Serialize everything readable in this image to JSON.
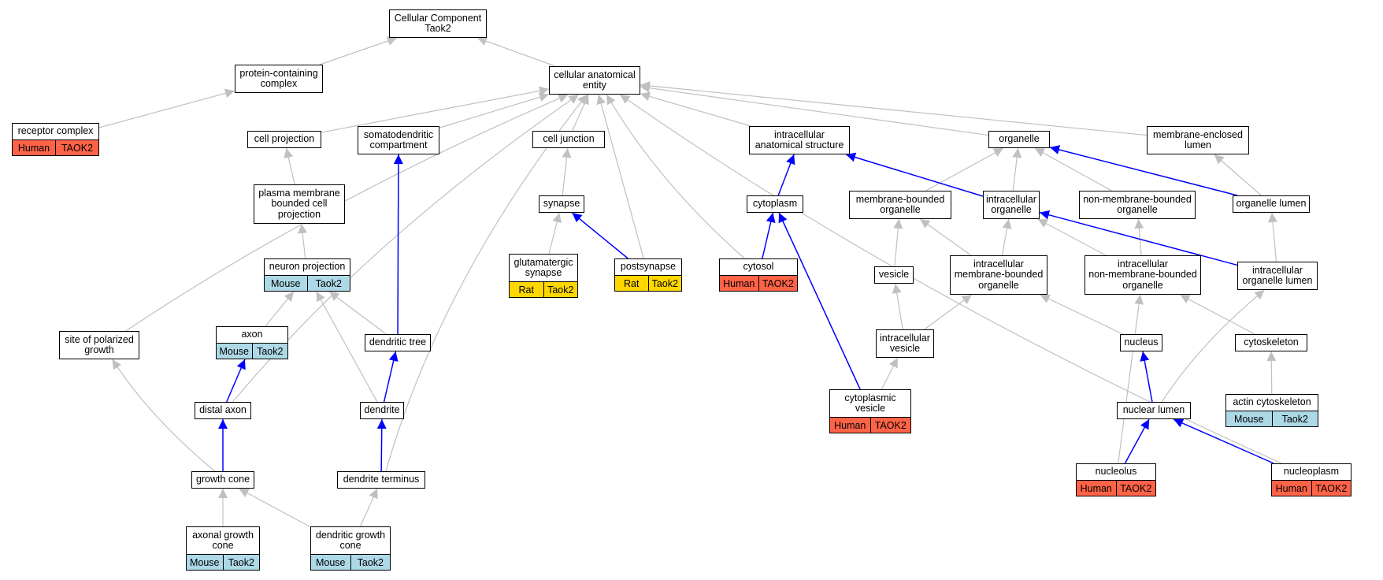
{
  "colors": {
    "gray_edge": "#c0c0c0",
    "blue_edge": "#0000ff",
    "human": "#ff6347",
    "mouse": "#add8e6",
    "rat": "#ffd700"
  },
  "nodes": [
    {
      "id": "root",
      "lines": [
        "Cellular Component",
        "Taok2"
      ]
    },
    {
      "id": "pcc",
      "lines": [
        "protein-containing",
        "complex"
      ]
    },
    {
      "id": "cae",
      "lines": [
        "cellular anatomical",
        "entity"
      ]
    },
    {
      "id": "rc",
      "lines": [
        "receptor complex"
      ],
      "species": "Human",
      "gene": "TAOK2"
    },
    {
      "id": "cp",
      "lines": [
        "cell projection"
      ]
    },
    {
      "id": "sdc",
      "lines": [
        "somatodendritic",
        "compartment"
      ]
    },
    {
      "id": "cj",
      "lines": [
        "cell junction"
      ]
    },
    {
      "id": "ias",
      "lines": [
        "intracellular",
        "anatomical structure"
      ]
    },
    {
      "id": "org",
      "lines": [
        "organelle"
      ]
    },
    {
      "id": "mel",
      "lines": [
        "membrane-enclosed",
        "lumen"
      ]
    },
    {
      "id": "pmbcp",
      "lines": [
        "plasma membrane",
        "bounded cell",
        "projection"
      ]
    },
    {
      "id": "syn",
      "lines": [
        "synapse"
      ]
    },
    {
      "id": "cyto",
      "lines": [
        "cytoplasm"
      ]
    },
    {
      "id": "mbo",
      "lines": [
        "membrane-bounded",
        "organelle"
      ]
    },
    {
      "id": "io",
      "lines": [
        "intracellular",
        "organelle"
      ]
    },
    {
      "id": "nmbo",
      "lines": [
        "non-membrane-bounded",
        "organelle"
      ]
    },
    {
      "id": "ol",
      "lines": [
        "organelle lumen"
      ]
    },
    {
      "id": "np",
      "lines": [
        "neuron projection"
      ],
      "species": "Mouse",
      "gene": "Taok2"
    },
    {
      "id": "gs",
      "lines": [
        "glutamatergic",
        "synapse"
      ],
      "species": "Rat",
      "gene": "Taok2"
    },
    {
      "id": "ps",
      "lines": [
        "postsynapse"
      ],
      "species": "Rat",
      "gene": "Taok2"
    },
    {
      "id": "cytosol",
      "lines": [
        "cytosol"
      ],
      "species": "Human",
      "gene": "TAOK2"
    },
    {
      "id": "ves",
      "lines": [
        "vesicle"
      ]
    },
    {
      "id": "imbo",
      "lines": [
        "intracellular",
        "membrane-bounded",
        "organelle"
      ]
    },
    {
      "id": "inmbo",
      "lines": [
        "intracellular",
        "non-membrane-bounded",
        "organelle"
      ]
    },
    {
      "id": "iol",
      "lines": [
        "intracellular",
        "organelle lumen"
      ]
    },
    {
      "id": "spg",
      "lines": [
        "site of polarized",
        "growth"
      ]
    },
    {
      "id": "axon",
      "lines": [
        "axon"
      ],
      "species": "Mouse",
      "gene": "Taok2"
    },
    {
      "id": "dt",
      "lines": [
        "dendritic tree"
      ]
    },
    {
      "id": "iv",
      "lines": [
        "intracellular",
        "vesicle"
      ]
    },
    {
      "id": "nuc",
      "lines": [
        "nucleus"
      ]
    },
    {
      "id": "csk",
      "lines": [
        "cytoskeleton"
      ]
    },
    {
      "id": "dax",
      "lines": [
        "distal axon"
      ]
    },
    {
      "id": "den",
      "lines": [
        "dendrite"
      ]
    },
    {
      "id": "cv",
      "lines": [
        "cytoplasmic",
        "vesicle"
      ],
      "species": "Human",
      "gene": "TAOK2"
    },
    {
      "id": "nl",
      "lines": [
        "nuclear lumen"
      ]
    },
    {
      "id": "acsk",
      "lines": [
        "actin cytoskeleton"
      ],
      "species": "Mouse",
      "gene": "Taok2"
    },
    {
      "id": "gc",
      "lines": [
        "growth cone"
      ]
    },
    {
      "id": "dterm",
      "lines": [
        "dendrite terminus"
      ]
    },
    {
      "id": "nucleolus",
      "lines": [
        "nucleolus"
      ],
      "species": "Human",
      "gene": "TAOK2"
    },
    {
      "id": "nplasm",
      "lines": [
        "nucleoplasm"
      ],
      "species": "Human",
      "gene": "TAOK2"
    },
    {
      "id": "agc",
      "lines": [
        "axonal growth",
        "cone"
      ],
      "species": "Mouse",
      "gene": "Taok2"
    },
    {
      "id": "dgc",
      "lines": [
        "dendritic growth",
        "cone"
      ],
      "species": "Mouse",
      "gene": "Taok2"
    }
  ],
  "edges": [
    {
      "from": "pcc",
      "to": "root",
      "type": "is_a"
    },
    {
      "from": "cae",
      "to": "root",
      "type": "is_a"
    },
    {
      "from": "rc",
      "to": "pcc",
      "type": "is_a"
    },
    {
      "from": "cp",
      "to": "cae",
      "type": "is_a"
    },
    {
      "from": "sdc",
      "to": "cae",
      "type": "is_a"
    },
    {
      "from": "cj",
      "to": "cae",
      "type": "is_a"
    },
    {
      "from": "ps",
      "to": "cae",
      "type": "is_a"
    },
    {
      "from": "cytosol",
      "to": "cae",
      "type": "is_a"
    },
    {
      "from": "ias",
      "to": "cae",
      "type": "is_a"
    },
    {
      "from": "org",
      "to": "cae",
      "type": "is_a"
    },
    {
      "from": "mel",
      "to": "cae",
      "type": "is_a"
    },
    {
      "from": "spg",
      "to": "cae",
      "type": "is_a"
    },
    {
      "from": "dax",
      "to": "cae",
      "type": "is_a"
    },
    {
      "from": "dterm",
      "to": "cae",
      "type": "is_a"
    },
    {
      "from": "nplasm",
      "to": "cae",
      "type": "is_a"
    },
    {
      "from": "pmbcp",
      "to": "cp",
      "type": "is_a"
    },
    {
      "from": "np",
      "to": "pmbcp",
      "type": "is_a"
    },
    {
      "from": "dt",
      "to": "np",
      "type": "is_a"
    },
    {
      "from": "den",
      "to": "np",
      "type": "is_a"
    },
    {
      "from": "axon",
      "to": "np",
      "type": "is_a"
    },
    {
      "from": "syn",
      "to": "cj",
      "type": "is_a"
    },
    {
      "from": "gs",
      "to": "syn",
      "type": "is_a"
    },
    {
      "from": "mbo",
      "to": "org",
      "type": "is_a"
    },
    {
      "from": "io",
      "to": "org",
      "type": "is_a"
    },
    {
      "from": "nmbo",
      "to": "org",
      "type": "is_a"
    },
    {
      "from": "ol",
      "to": "mel",
      "type": "is_a"
    },
    {
      "from": "ves",
      "to": "mbo",
      "type": "is_a"
    },
    {
      "from": "imbo",
      "to": "mbo",
      "type": "is_a"
    },
    {
      "from": "imbo",
      "to": "io",
      "type": "is_a"
    },
    {
      "from": "inmbo",
      "to": "io",
      "type": "is_a"
    },
    {
      "from": "inmbo",
      "to": "nmbo",
      "type": "is_a"
    },
    {
      "from": "iol",
      "to": "ol",
      "type": "is_a"
    },
    {
      "from": "iv",
      "to": "ves",
      "type": "is_a"
    },
    {
      "from": "iv",
      "to": "imbo",
      "type": "is_a"
    },
    {
      "from": "cv",
      "to": "iv",
      "type": "is_a"
    },
    {
      "from": "nuc",
      "to": "imbo",
      "type": "is_a"
    },
    {
      "from": "csk",
      "to": "inmbo",
      "type": "is_a"
    },
    {
      "from": "nucleolus",
      "to": "inmbo",
      "type": "is_a"
    },
    {
      "from": "acsk",
      "to": "csk",
      "type": "is_a"
    },
    {
      "from": "nl",
      "to": "iol",
      "type": "is_a"
    },
    {
      "from": "gc",
      "to": "spg",
      "type": "is_a"
    },
    {
      "from": "agc",
      "to": "gc",
      "type": "is_a"
    },
    {
      "from": "dgc",
      "to": "gc",
      "type": "is_a"
    },
    {
      "from": "dgc",
      "to": "dterm",
      "type": "is_a"
    },
    {
      "from": "dt",
      "to": "sdc",
      "type": "part_of"
    },
    {
      "from": "ps",
      "to": "syn",
      "type": "part_of"
    },
    {
      "from": "cyto",
      "to": "ias",
      "type": "part_of"
    },
    {
      "from": "io",
      "to": "ias",
      "type": "part_of"
    },
    {
      "from": "cytosol",
      "to": "cyto",
      "type": "part_of"
    },
    {
      "from": "cv",
      "to": "cyto",
      "type": "part_of"
    },
    {
      "from": "ol",
      "to": "org",
      "type": "part_of"
    },
    {
      "from": "iol",
      "to": "io",
      "type": "part_of"
    },
    {
      "from": "dax",
      "to": "axon",
      "type": "part_of"
    },
    {
      "from": "den",
      "to": "dt",
      "type": "part_of"
    },
    {
      "from": "gc",
      "to": "dax",
      "type": "part_of"
    },
    {
      "from": "dterm",
      "to": "den",
      "type": "part_of"
    },
    {
      "from": "nl",
      "to": "nuc",
      "type": "part_of"
    },
    {
      "from": "nucleolus",
      "to": "nl",
      "type": "part_of"
    },
    {
      "from": "nplasm",
      "to": "nl",
      "type": "part_of"
    }
  ]
}
